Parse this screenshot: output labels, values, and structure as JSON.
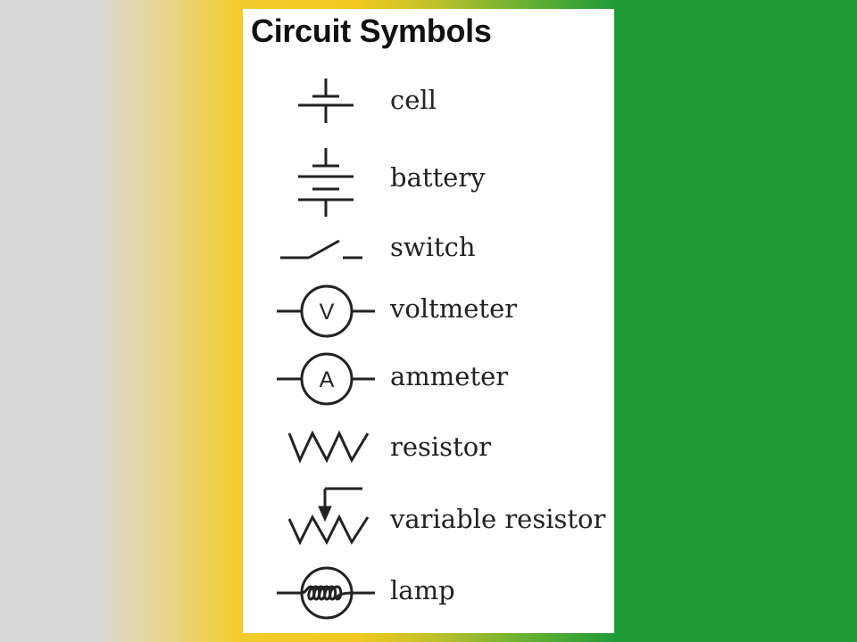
{
  "title": "Circuit Symbols",
  "symbols": [
    {
      "id": "cell",
      "label": "cell",
      "icon": "cell-icon"
    },
    {
      "id": "battery",
      "label": "battery",
      "icon": "battery-icon"
    },
    {
      "id": "switch",
      "label": "switch",
      "icon": "switch-icon"
    },
    {
      "id": "voltmeter",
      "label": "voltmeter",
      "icon": "voltmeter-icon",
      "glyph": "V"
    },
    {
      "id": "ammeter",
      "label": "ammeter",
      "icon": "ammeter-icon",
      "glyph": "A"
    },
    {
      "id": "resistor",
      "label": "resistor",
      "icon": "resistor-icon"
    },
    {
      "id": "variable-resistor",
      "label": "variable resistor",
      "icon": "variable-resistor-icon"
    },
    {
      "id": "lamp",
      "label": "lamp",
      "icon": "lamp-icon"
    }
  ],
  "colors": {
    "left_background": "#d8d8d8",
    "yellow": "#f2cc2e",
    "green": "#1f9b38",
    "panel": "#ffffff",
    "ink": "#222222"
  }
}
